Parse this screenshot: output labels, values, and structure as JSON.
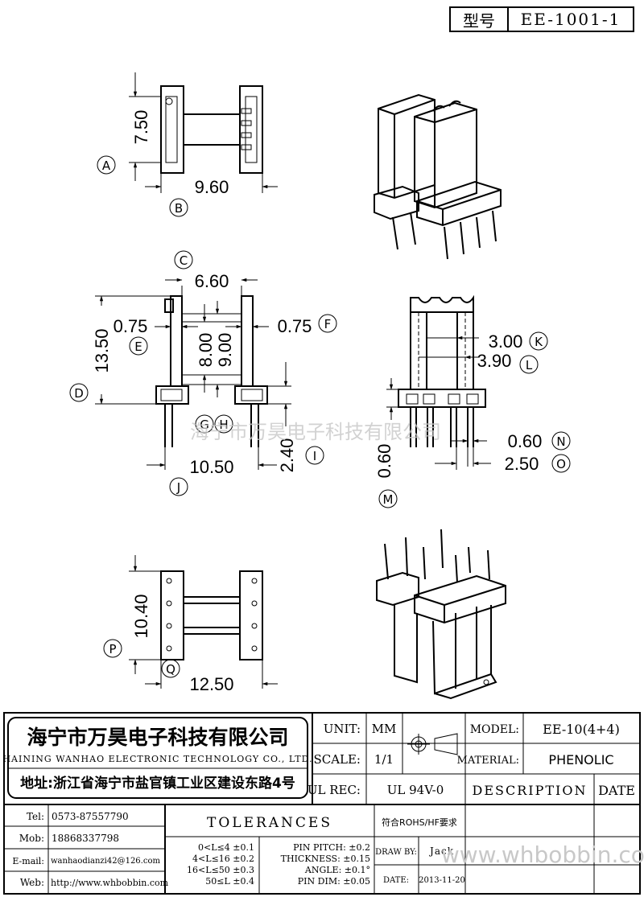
{
  "header": {
    "model_label": "型号",
    "model_value": "EE-1001-1"
  },
  "dimensions": {
    "d1": "7.50",
    "d2": "9.60",
    "d3": "6.60",
    "d4": "0.75",
    "d5": "0.75",
    "d6": "13.50",
    "d7": "8.00",
    "d8": "9.00",
    "d9": "10.50",
    "d10": "2.40",
    "d11": "3.00",
    "d12": "3.90",
    "d13": "0.60",
    "d14": "2.50",
    "d15": "0.60",
    "d16": "10.40",
    "d17": "12.50"
  },
  "markers": {
    "A": "A",
    "B": "B",
    "C": "C",
    "D": "D",
    "E": "E",
    "F": "F",
    "G": "G",
    "H": "H",
    "I": "I",
    "J": "J",
    "K": "K",
    "L": "L",
    "M": "M",
    "N": "N",
    "O": "O",
    "P": "P",
    "Q": "Q"
  },
  "overlay_watermark": "海宁市万昊电子科技有限公司",
  "company": {
    "name_cn": "海宁市万昊电子科技有限公司",
    "name_en": "HAINING WANHAO ELECTRONIC TECHNOLOGY CO., LTD.",
    "address": "地址:浙江省海宁市盐官镇工业区建设东路4号"
  },
  "specs": {
    "unit_label": "UNIT:",
    "unit_value": "MM",
    "scale_label": "SCALE:",
    "scale_value": "1/1",
    "ulrec_label": "UL REC:",
    "ulrec_value": "UL 94V-0",
    "model_label": "MODEL:",
    "model_value": "EE-10(4+4)",
    "material_label": "MATERIAL:",
    "material_value": "PHENOLIC",
    "description_label": "DESCRIPTION",
    "date_label": "DATE"
  },
  "contact": {
    "tel_label": "Tel:",
    "tel_value": "0573-87557790",
    "mob_label": "Mob:",
    "mob_value": "18868337798",
    "email_label": "E-mail:",
    "email_value": "wanhaodianzi42@126.com",
    "web_label": "Web:",
    "web_value": "http://www.whbobbin.com"
  },
  "tolerances": {
    "title": "TOLERANCES",
    "r1": "0<L≤4 ±0.1",
    "r2": "4<L≤16 ±0.2",
    "r3": "16<L≤50 ±0.3",
    "r4": "50≤L ±0.4",
    "p1": "PIN PITCH: ±0.2",
    "p2": "THICKNESS: ±0.15",
    "p3": "ANGLE: ±0.1°",
    "p4": "PIN DIM: ±0.05",
    "rohs": "符合ROHS/HF要求",
    "draw_label": "DRAW BY:",
    "draw_value": "Jack",
    "date_label": "DATE:",
    "date_value": "2013-11-20"
  },
  "footer_watermark": "www.whbobbin.com"
}
